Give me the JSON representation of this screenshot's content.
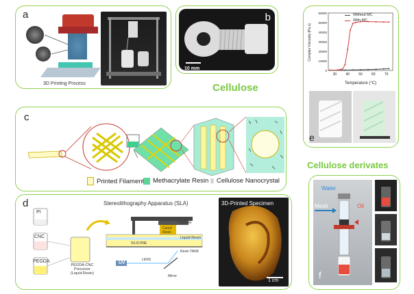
{
  "panel_a": {
    "label": "a",
    "caption": "3D Printing Process"
  },
  "panel_b": {
    "label": "b",
    "scale": "10 mm"
  },
  "cellulose_heading": "Cellulose",
  "cellulose_derivates_heading": "Cellulose derivates",
  "panel_c": {
    "label": "c",
    "legend": [
      "Printed Filament",
      "Methacrylate Resin",
      "Cellulose Nanocrystal"
    ]
  },
  "panel_d": {
    "label": "d",
    "title": "Stereolithography Apparatus (SLA)",
    "specimen_title": "3D-Printed Specimen",
    "beakers": [
      "PI",
      "CNC",
      "PEGDA"
    ],
    "precursor": [
      "PEGDA-CNC",
      "Precursor",
      "(Liquid Resin)"
    ],
    "parts": {
      "platform": "Platform",
      "cured": [
        "Cured",
        "Resin"
      ],
      "liquid": "Liquid Resin",
      "silicone": "SILICONE",
      "tank": "Resin TANK",
      "lens": "LENS",
      "uv": "UV",
      "mirror": "Mirror"
    },
    "scale": "1 cm"
  },
  "panel_e": {
    "label": "e",
    "chart": {
      "legend": [
        "Without MC",
        "With MC"
      ],
      "xlabel": "Temperature (°C)",
      "ylabel": "Complex Viscosity (Pa.s)",
      "yticks": [
        "0",
        "10000",
        "20000",
        "30000",
        "40000",
        "50000",
        "60000"
      ],
      "xticks": [
        "30",
        "40",
        "50",
        "60",
        "70"
      ]
    }
  },
  "panel_f": {
    "label": "f",
    "water": "Water",
    "oil": "Oil",
    "mesh": "Mesh"
  },
  "chart_data": {
    "type": "line",
    "xlabel": "Temperature (°C)",
    "ylabel": "Complex Viscosity (Pa.s)",
    "xlim": [
      25,
      75
    ],
    "ylim": [
      0,
      60000
    ],
    "series": [
      {
        "name": "Without MC",
        "color": "#444444",
        "x": [
          26,
          32,
          38,
          44,
          50,
          56,
          62,
          68,
          72
        ],
        "y": [
          300,
          300,
          400,
          500,
          700,
          900,
          1200,
          1600,
          1900
        ]
      },
      {
        "name": "With MC",
        "color": "#d23a3a",
        "x": [
          26,
          32,
          36,
          38,
          40,
          42,
          44,
          46,
          50,
          56,
          62,
          68,
          72
        ],
        "y": [
          300,
          400,
          1500,
          6000,
          22000,
          42000,
          49000,
          50000,
          51000,
          51000,
          50800,
          50600,
          50500
        ]
      }
    ]
  }
}
